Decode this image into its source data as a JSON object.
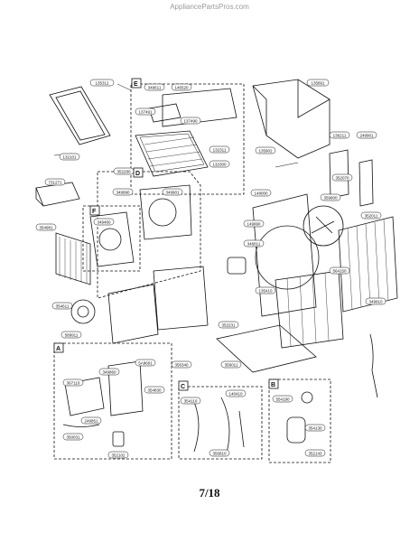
{
  "watermark": "AppliancePartsPros.com",
  "page_number": "7/18",
  "sections": [
    "A",
    "B",
    "C",
    "D",
    "E",
    "F"
  ],
  "part_labels": [
    "135312",
    "349611",
    "146520",
    "137491",
    "137490",
    "132311",
    "132300",
    "135891",
    "132101",
    "352280",
    "349990",
    "349901",
    "731271",
    "349460",
    "135902",
    "136211",
    "249901",
    "148000",
    "352070",
    "359900",
    "354981",
    "352011",
    "149990",
    "346811",
    "564150",
    "349910",
    "354611",
    "135410",
    "589911",
    "352231",
    "356011",
    "356340",
    "5A9601",
    "349860",
    "367110",
    "354830",
    "249851",
    "350031",
    "352102",
    "354110",
    "140410",
    "356810",
    "554190",
    "354130",
    "352143"
  ]
}
